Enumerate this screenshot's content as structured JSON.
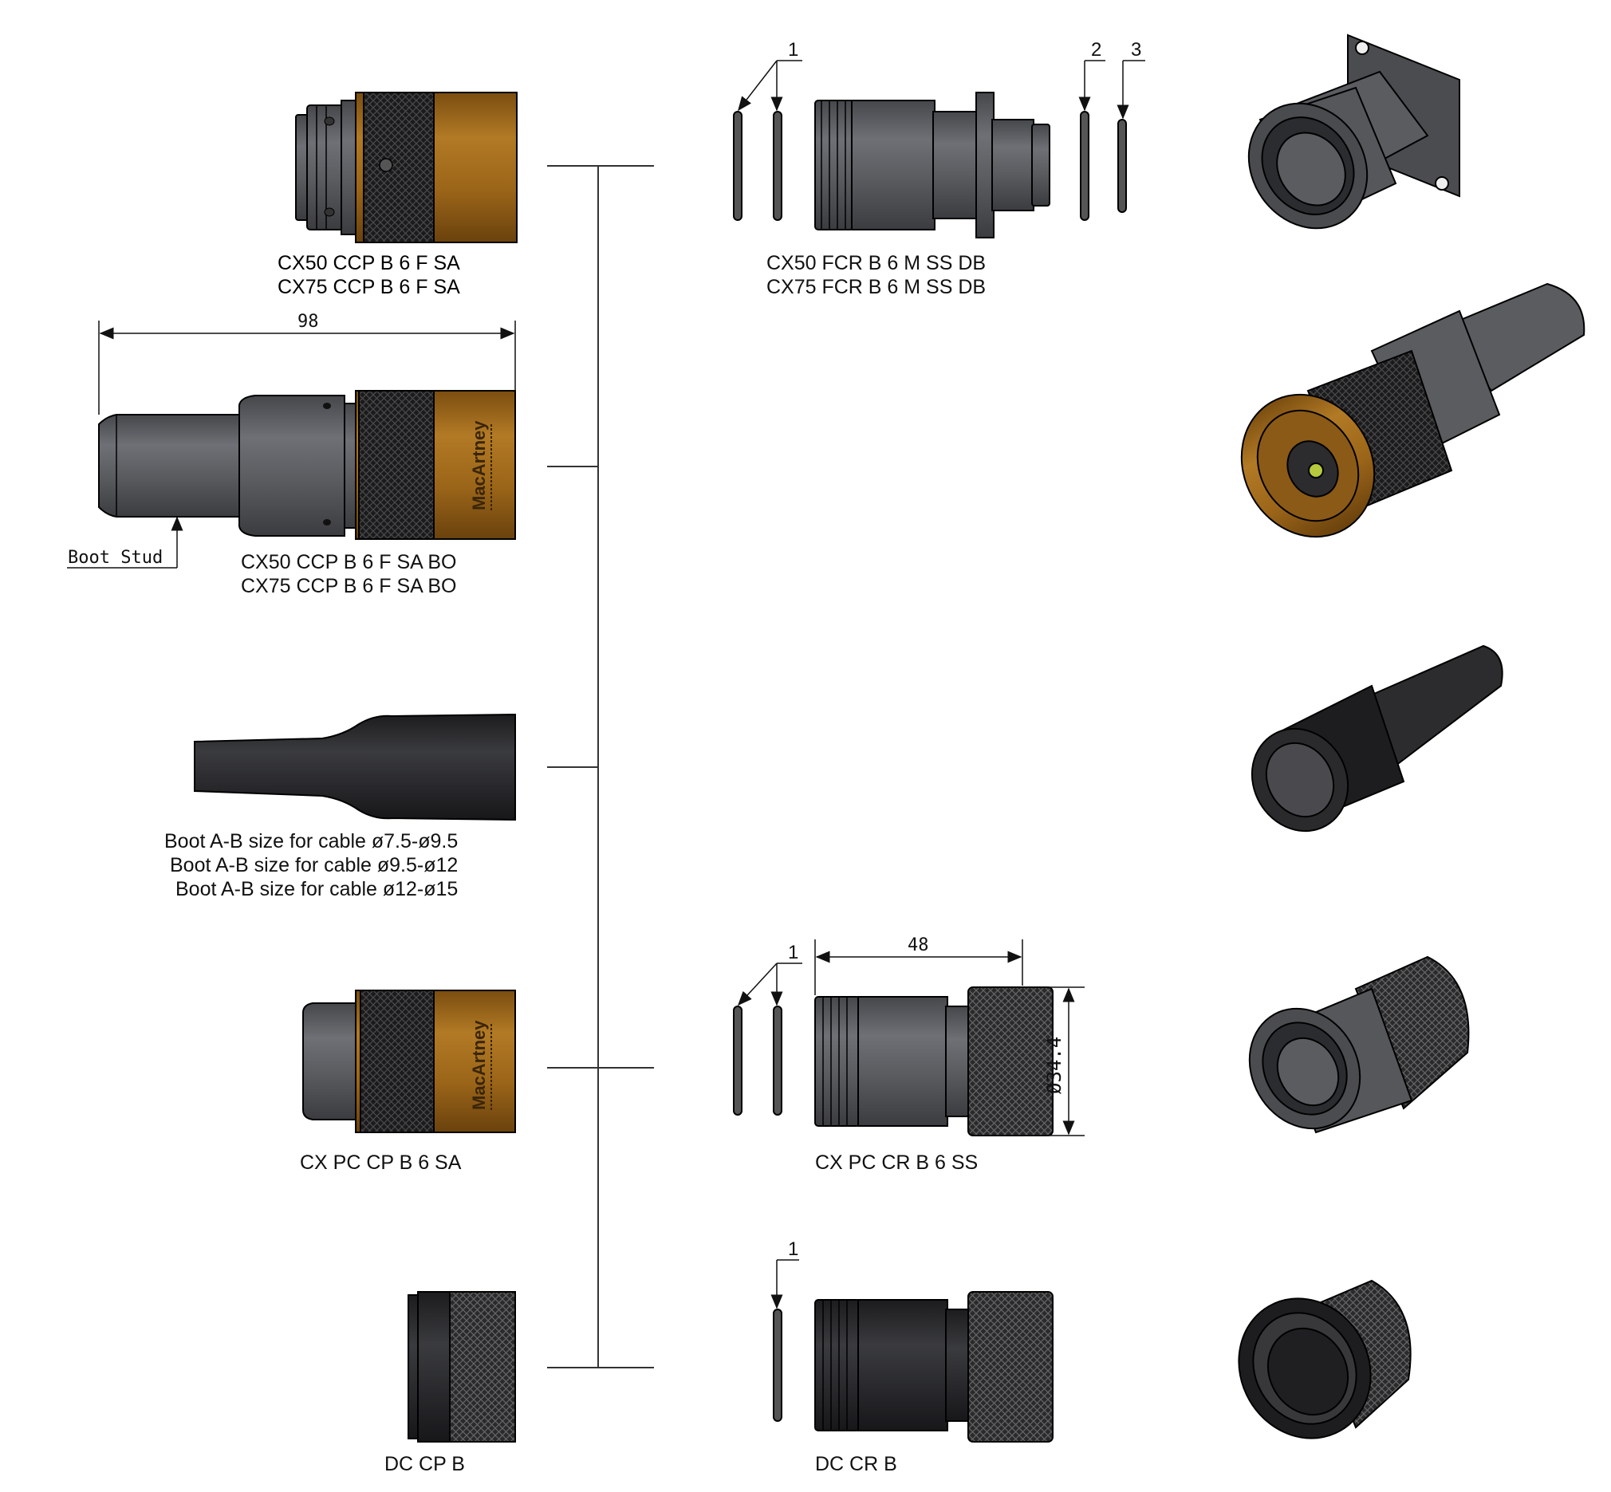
{
  "labels": {
    "cx_ccp_sa": [
      "CX50 CCP B 6 F SA",
      "CX75 CCP B 6 F SA"
    ],
    "cx_ccp_sa_bo": [
      "CX50 CCP B 6 F SA BO",
      "CX75 CCP B 6 F SA BO"
    ],
    "boot": [
      "Boot A-B size for cable ø7.5-ø9.5",
      "Boot A-B size for cable ø9.5-ø12",
      "Boot A-B size for cable ø12-ø15"
    ],
    "cx_pc_cp": "CX PC CP B 6 SA",
    "dc_cp": "DC CP B",
    "cx_fcr": [
      "CX50 FCR B 6 M SS DB",
      "CX75 FCR B 6 M SS DB"
    ],
    "cx_pc_cr": "CX PC CR B 6 SS",
    "dc_cr": "DC CR B",
    "boot_stud": "Boot Stud"
  },
  "dimensions": {
    "length_98": "98",
    "length_48": "48",
    "diameter": "Ø34.4"
  },
  "callouts": {
    "fcr_1": "1",
    "fcr_2": "2",
    "fcr_3": "3",
    "pc_1": "1",
    "dc_1": "1"
  },
  "brand_text": "MacArtney",
  "colors": {
    "bronze": "#a06a1c",
    "grey_body": "#5a5c60",
    "black_knurl": "#1a1a1a",
    "outline": "#000000"
  }
}
